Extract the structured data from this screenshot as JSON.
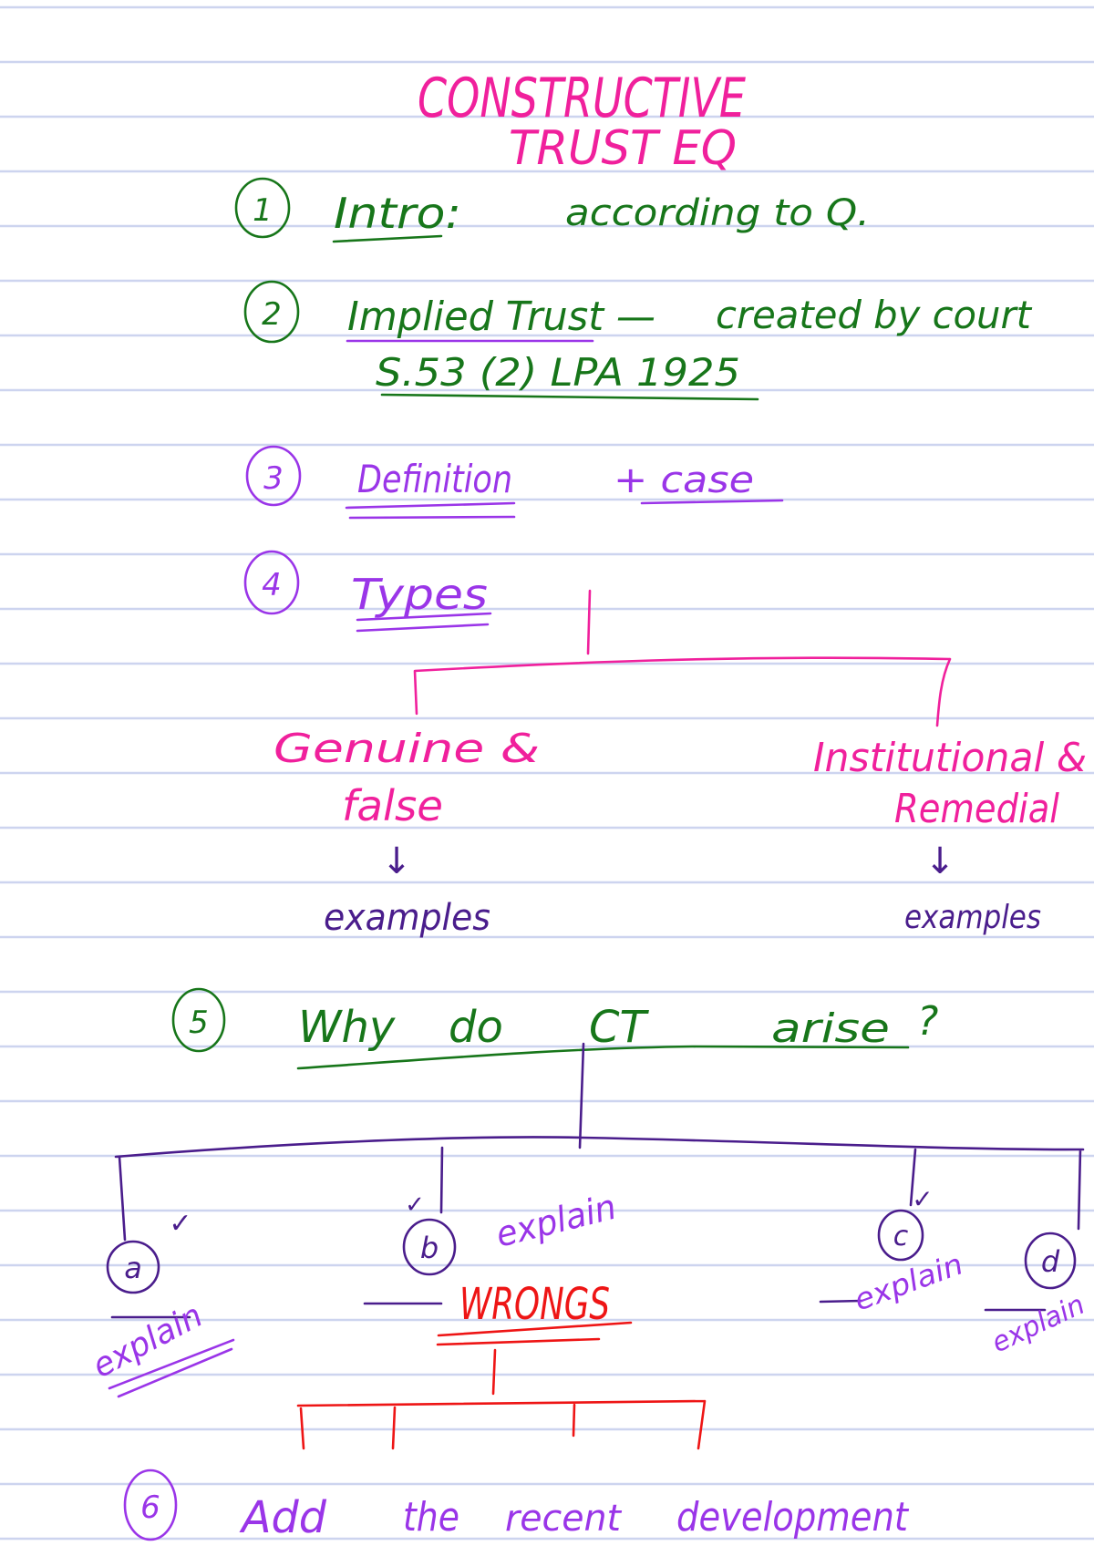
{
  "title": {
    "line1": "CONSTRUCTIVE",
    "line2": "TRUST EQ"
  },
  "sections": {
    "s1": {
      "number": "1",
      "heading": "Intro:",
      "text": "according to Q."
    },
    "s2": {
      "number": "2",
      "heading": "Implied Trust —",
      "text": "created by court",
      "statute": "S.53 (2) LPA 1925"
    },
    "s3": {
      "number": "3",
      "heading": "Definition",
      "text": "+ case"
    },
    "s4": {
      "number": "4",
      "heading": "Types",
      "branches": [
        {
          "line1": "Genuine &",
          "line2": "false",
          "arrow": "↓",
          "note": "examples"
        },
        {
          "line1": "Institutional &",
          "line2": "Remedial",
          "arrow": "↓",
          "note": "examples"
        }
      ]
    },
    "s5": {
      "number": "5",
      "heading_words": [
        "Why",
        "do",
        "CT",
        "arise",
        "?"
      ],
      "branches": [
        {
          "label": "a",
          "check": "✓",
          "note": "explain"
        },
        {
          "label": "b",
          "check": "✓",
          "note": "explain",
          "sub": "WRONGS"
        },
        {
          "label": "c",
          "check": "✓",
          "note": "explain"
        },
        {
          "label": "d",
          "note": "explain"
        }
      ]
    },
    "s6": {
      "number": "6",
      "words": [
        "Add",
        "the",
        "recent",
        "development"
      ]
    }
  },
  "colors": {
    "green": "#17761a",
    "pink": "#f0209c",
    "purple": "#9a35e8",
    "dark_purple": "#4a1d8c",
    "red": "#ee1515",
    "rule": "#cdd4ef"
  }
}
